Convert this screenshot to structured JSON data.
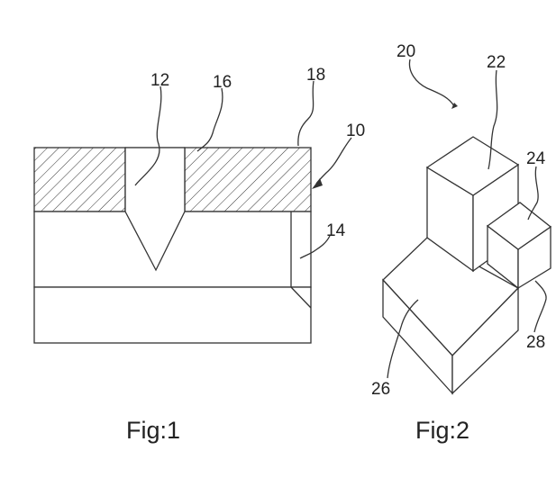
{
  "figures": [
    {
      "caption": "Fig:1",
      "labels": {
        "l12": "12",
        "l16": "16",
        "l18": "18",
        "l10": "10",
        "l14": "14"
      }
    },
    {
      "caption": "Fig:2",
      "labels": {
        "l20": "20",
        "l22": "22",
        "l24": "24",
        "l26": "26",
        "l28": "28"
      }
    }
  ],
  "colors": {
    "line": "#333333",
    "background": "#ffffff"
  }
}
